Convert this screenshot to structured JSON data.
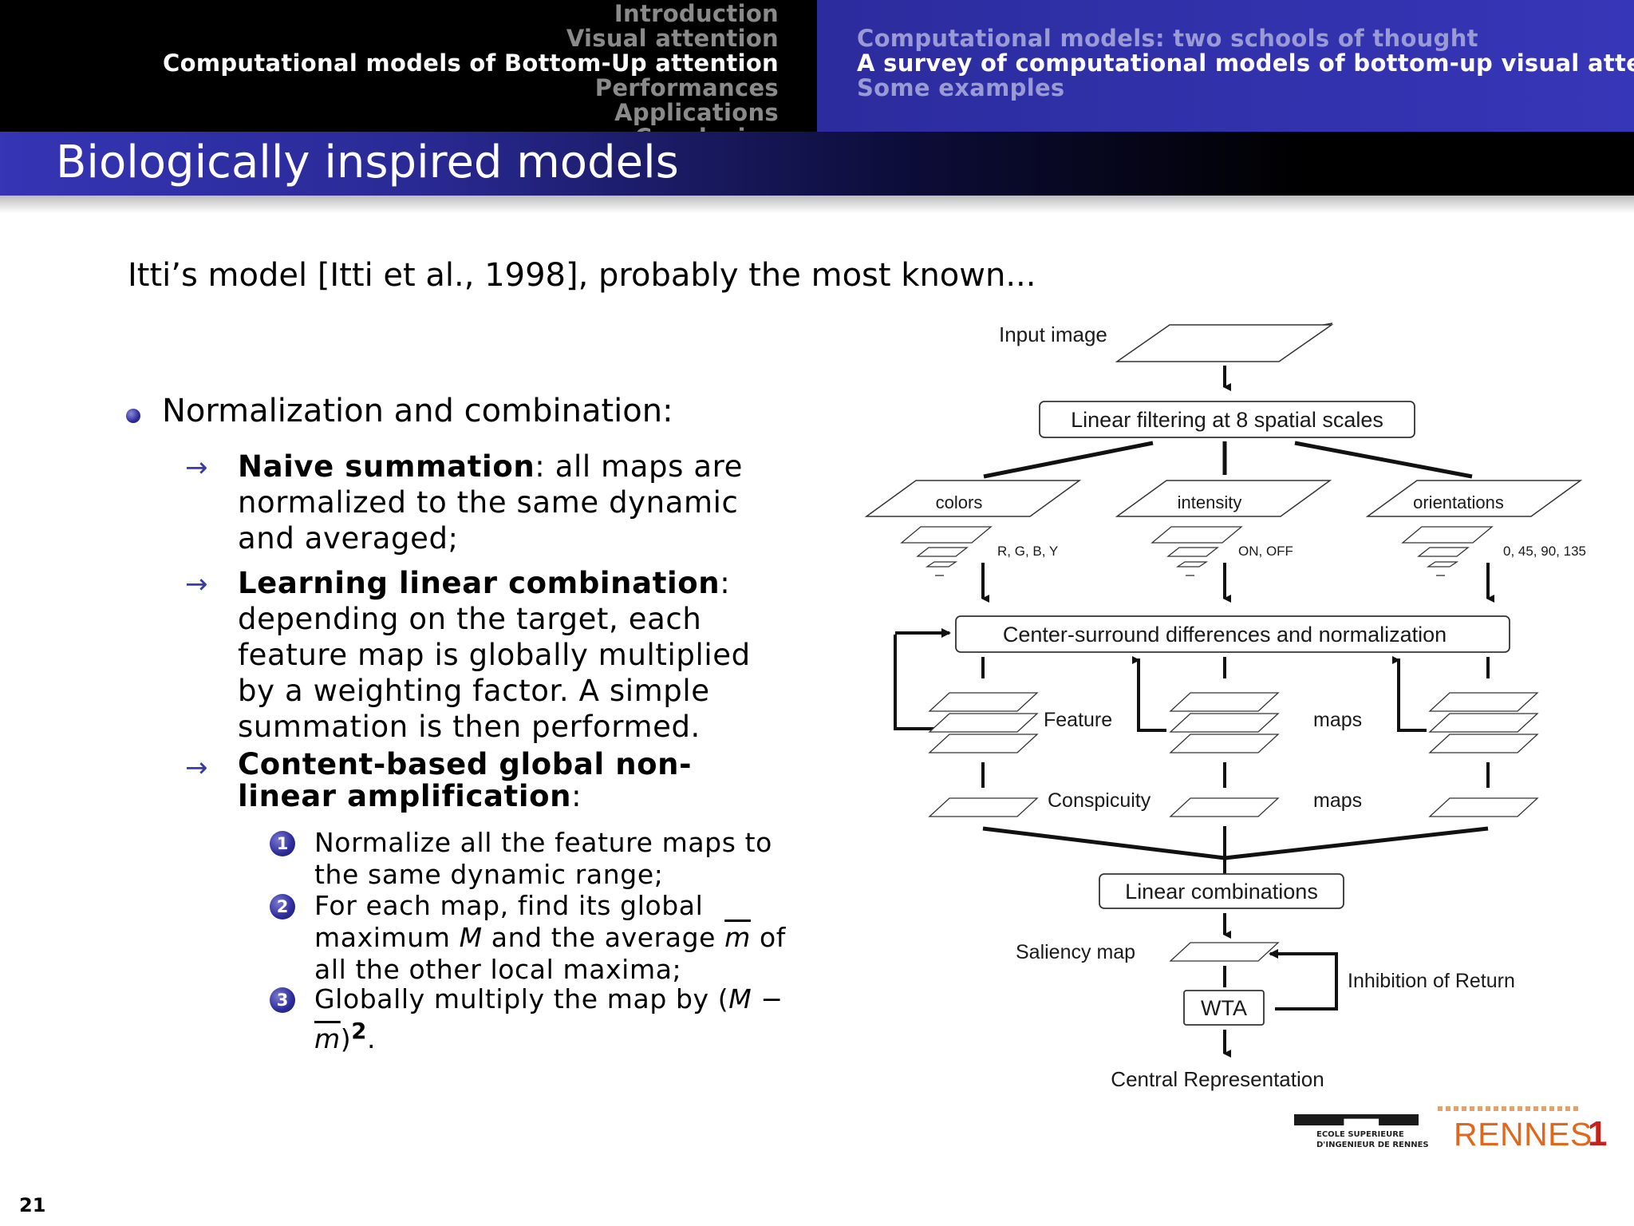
{
  "nav": {
    "sections": [
      "Introduction",
      "Visual attention",
      "Computational models of Bottom-Up attention",
      "Performances",
      "Applications",
      "Conclusion"
    ],
    "subsections": [
      "Computational models: two schools of thought",
      "A survey of computational models of bottom-up visual attention",
      "Some examples"
    ]
  },
  "frame_title": "Biologically inspired models",
  "intro": "Itti’s model [Itti et al., 1998], probably the most known...",
  "bullet": "Normalization and combination:",
  "arrow_glyph": "→",
  "items": [
    {
      "bold": "Naive summation",
      "text": ": all maps are normalized to the same dynamic and averaged;"
    },
    {
      "bold": "Learning linear combination",
      "text": ": depending on the target, each feature map is globally multiplied by a weighting factor. A simple summation is then performed."
    },
    {
      "bold": "Content-based global non-linear amplification",
      "text": ":"
    }
  ],
  "steps": {
    "n1": "1",
    "n2": "2",
    "n3": "3",
    "s1": "Normalize all the feature maps to the same dynamic range;",
    "s2_a": "For each map, find its global maximum",
    "s2_M": "M",
    "s2_b": "and the average",
    "s2_m": "m",
    "s2_c": "of all the other local maxima;",
    "s3_a": "Globally multiply the map by (",
    "s3_M": "M",
    "s3_minus": " − ",
    "s3_m": "m",
    "s3_close": ")",
    "s3_sup": "2",
    "s3_end": "."
  },
  "diagram": {
    "input_image": "Input image",
    "linear_filtering": "Linear filtering at 8 spatial scales",
    "colors": "colors",
    "intensity": "intensity",
    "orientations": "orientations",
    "colors_sub": "R, G, B, Y",
    "intensity_sub": "ON, OFF",
    "orientations_sub": "0, 45, 90, 135",
    "center_surround": "Center-surround differences and normalization",
    "feature": "Feature",
    "feature_maps": "maps",
    "conspicuity": "Conspicuity",
    "conspicuity_maps": "maps",
    "linear_combinations": "Linear combinations",
    "saliency_map": "Saliency map",
    "wta": "WTA",
    "inhibition": "Inhibition of Return",
    "central": "Central Representation"
  },
  "slide_number": "21",
  "logos": {
    "esir_line1": "ECOLE SUPERIEURE",
    "esir_line2": "D'INGENIEUR DE RENNES",
    "rennes": "RENNES",
    "rennes_num": "1"
  },
  "colors": {
    "nav_right": "#3535b5",
    "bullet": "#2b2b9a",
    "rennes_orange": "#e0671b",
    "rennes_red": "#c8201c"
  }
}
